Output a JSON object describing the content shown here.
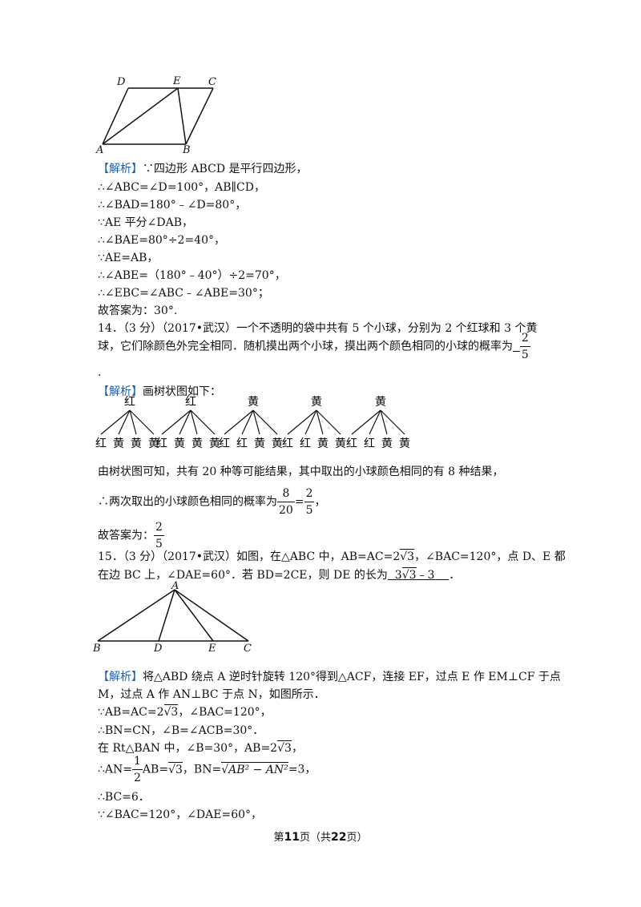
{
  "fig1": {
    "D": "D",
    "E": "E",
    "C": "C",
    "A": "A",
    "B": "B"
  },
  "p13": {
    "tag": "【解析】",
    "l1": "∵四边形 ABCD 是平行四边形，",
    "l2": "∴∠ABC=∠D=100°，AB∥CD，",
    "l3": "∴∠BAD=180°﹣∠D=80°，",
    "l4": "∵AE 平分∠DAB，",
    "l5": "∴∠BAE=80°÷2=40°，",
    "l6": "∵AE=AB，",
    "l7": "∴∠ABE=（180°﹣40°）÷2=70°，",
    "l8": "∴∠EBC=∠ABC﹣∠ABE=30°；",
    "l9": "故答案为：30°."
  },
  "q14": {
    "line1": "14．（3 分）（2017•武汉）一个不透明的袋中共有 5 个小球，分别为 2 个红球和 3 个黄",
    "line2": "球，它们除颜色外完全相同．随机摸出两个小球，摸出两个颜色相同的小球的概率为",
    "ans_num": "2",
    "ans_den": "5",
    "dot": "."
  },
  "sol14": {
    "tag": "【解析】",
    "intro": "画树状图如下：",
    "trees": [
      {
        "root": "红",
        "leaves": [
          "红",
          "黄",
          "黄",
          "黄"
        ]
      },
      {
        "root": "红",
        "leaves": [
          "红",
          "黄",
          "黄",
          "黄"
        ]
      },
      {
        "root": "黄",
        "leaves": [
          "红",
          "红",
          "黄",
          "黄"
        ]
      },
      {
        "root": "黄",
        "leaves": [
          "红",
          "红",
          "黄",
          "黄"
        ]
      },
      {
        "root": "黄",
        "leaves": [
          "红",
          "红",
          "黄",
          "黄"
        ]
      }
    ],
    "l1": "由树状图可知，共有 20 种等可能结果，其中取出的小球颜色相同的有 8 种结果，",
    "l2_pre": "∴两次取出的小球颜色相同的概率为",
    "f1_num": "8",
    "f1_den": "20",
    "eq": "=",
    "f2_num": "2",
    "f2_den": "5",
    "l2_post": "，",
    "l3_pre": "故答案为：",
    "f3_num": "2",
    "f3_den": "5"
  },
  "q15": {
    "line1_pre": "15．（3 分）（2017•武汉）如图，在△ABC 中，AB=AC=2",
    "line1_rad": "3",
    "line1_post": "，∠BAC=120°，点 D、E 都",
    "line2_pre": "在边 BC 上，∠DAE=60°．若 BD=2CE，则 DE 的长为",
    "ans_pre": "3",
    "ans_rad": "3",
    "ans_post": "﹣3",
    "line2_end": "．"
  },
  "fig2": {
    "A": "A",
    "B": "B",
    "D": "D",
    "E": "E",
    "C": "C"
  },
  "sol15": {
    "tag": "【解析】",
    "l1": "将△ABD 绕点 A 逆时针旋转 120°得到△ACF，连接 EF，过点 E 作 EM⊥CF 于点",
    "l2": "M，过点 A 作 AN⊥BC 于点 N，如图所示．",
    "l3_pre": "∵AB=AC=2",
    "l3_rad": "3",
    "l3_post": "，∠BAC=120°，",
    "l4": "∴BN=CN，∠B=∠ACB=30°．",
    "l5_pre": "在 Rt△BAN 中，∠B=30°，AB=2",
    "l5_rad": "3",
    "l5_post": "，",
    "l6_pre": "∴AN=",
    "l6_num": "1",
    "l6_den": "2",
    "l6_mid": "AB=",
    "l6_rad": "3",
    "l6_bn": "，BN=",
    "l6_expr": "AB² − AN²",
    "l6_end": "=3，",
    "l7": "∴BC=6．",
    "l8": "∵∠BAC=120°，∠DAE=60°，"
  },
  "footer": {
    "pre": "第",
    "page": "11",
    "mid": "页（共",
    "total": "22",
    "post": "页）"
  }
}
